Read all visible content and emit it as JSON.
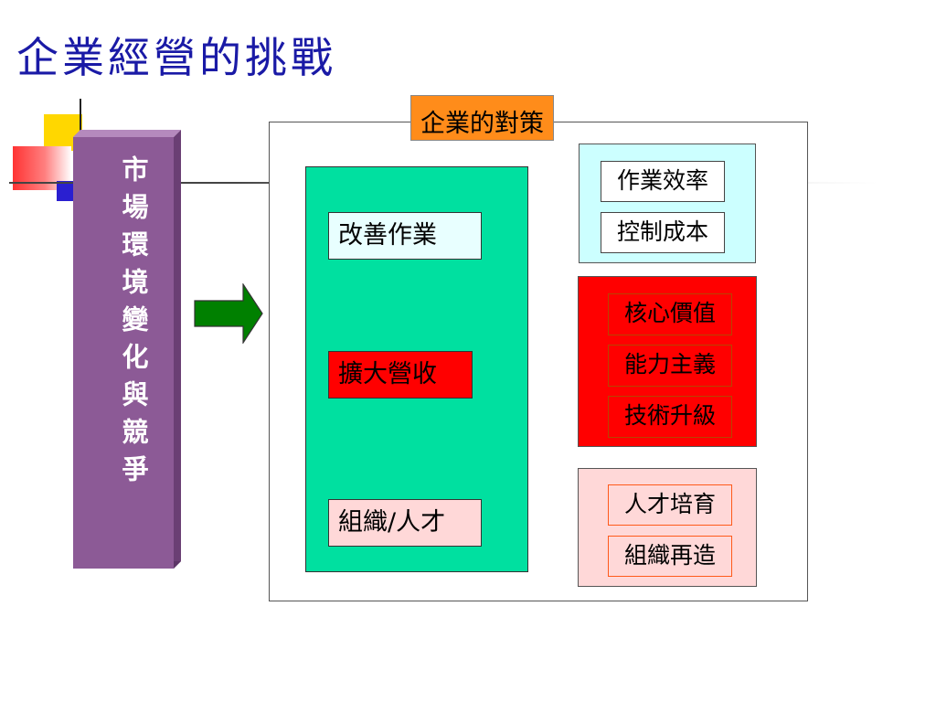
{
  "slide": {
    "title": "企業經營的挑戰",
    "market_label": "市場環境變化與競爭",
    "strategy_frame_label": "企業的對策",
    "strategies": {
      "improve": "改善作業",
      "expand": "擴大營收",
      "organization": "組織/人才"
    },
    "measures": {
      "operations": [
        "作業效率",
        "控制成本"
      ],
      "growth": [
        "核心價值",
        "能力主義",
        "技術升級"
      ],
      "people": [
        "人才培育",
        "組織再造"
      ]
    }
  },
  "colors": {
    "title": "#1a1aa6",
    "market_bar": "#8c5a96",
    "arrow": "#008000",
    "frame_label": "#ff8c1a",
    "strategy_box": "#00e0a0",
    "operations_box": "#ccffff",
    "growth_box": "#ff0000",
    "people_box": "#ffd8d8"
  }
}
